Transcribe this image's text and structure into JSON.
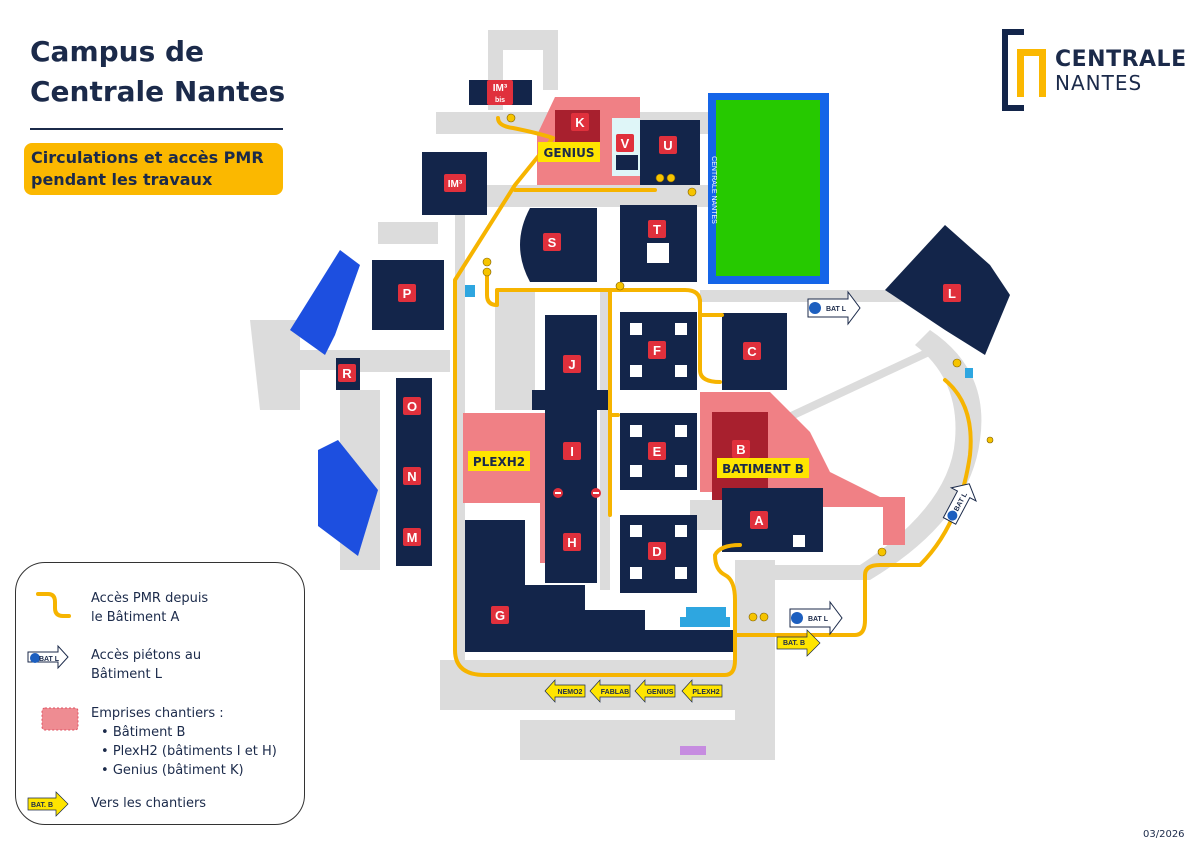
{
  "title": {
    "line1": "Campus de",
    "line2": "Centrale Nantes"
  },
  "subtitle": {
    "line1": "Circulations et accès PMR",
    "line2": "pendant les travaux"
  },
  "logo": {
    "line1": "CENTRALE",
    "line2": "NANTES"
  },
  "buildings": {
    "im3bis": "IM³",
    "im3bis_sub": "bis",
    "im3": "IM³",
    "K": "K",
    "V": "V",
    "U": "U",
    "S": "S",
    "T": "T",
    "P": "P",
    "L": "L",
    "J": "J",
    "F": "F",
    "C": "C",
    "R": "R",
    "O": "O",
    "N": "N",
    "M": "M",
    "I": "I",
    "E": "E",
    "B": "B",
    "A": "A",
    "H": "H",
    "D": "D",
    "G": "G"
  },
  "field_label": "CENTRALE NANTES",
  "site_labels": {
    "genius": "GENIUS",
    "plexh2": "PLEXH2",
    "batiment_b": "BATIMENT B"
  },
  "signs": {
    "bat_l": "BAT L",
    "bat_b": "BAT. B",
    "nemo2": "NEMO2",
    "fablab": "FABLAB",
    "genius": "GENIUS",
    "plexh2": "PLEXH2"
  },
  "legend": {
    "pmr_line1": "Accès PMR depuis",
    "pmr_line2": "le Bâtiment A",
    "pedestrian_line1": "Accès piétons au",
    "pedestrian_line2": "Bâtiment L",
    "pedestrian_sign": "BAT L",
    "works_title": "Emprises chantiers :",
    "works_items": [
      "Bâtiment B",
      "PlexH2 (bâtiments I et H)",
      "Genius (bâtiment K)"
    ],
    "towards_sign": "BAT. B",
    "towards_label": "Vers les chantiers"
  },
  "date": "03/2026",
  "colors": {
    "navy": "#13254a",
    "pmr": "#f6b400",
    "works": "#ee7b80",
    "label_red": "#e0303c",
    "field": "#26c900",
    "field_border": "#1565e8",
    "road": "#d8d8d8"
  }
}
